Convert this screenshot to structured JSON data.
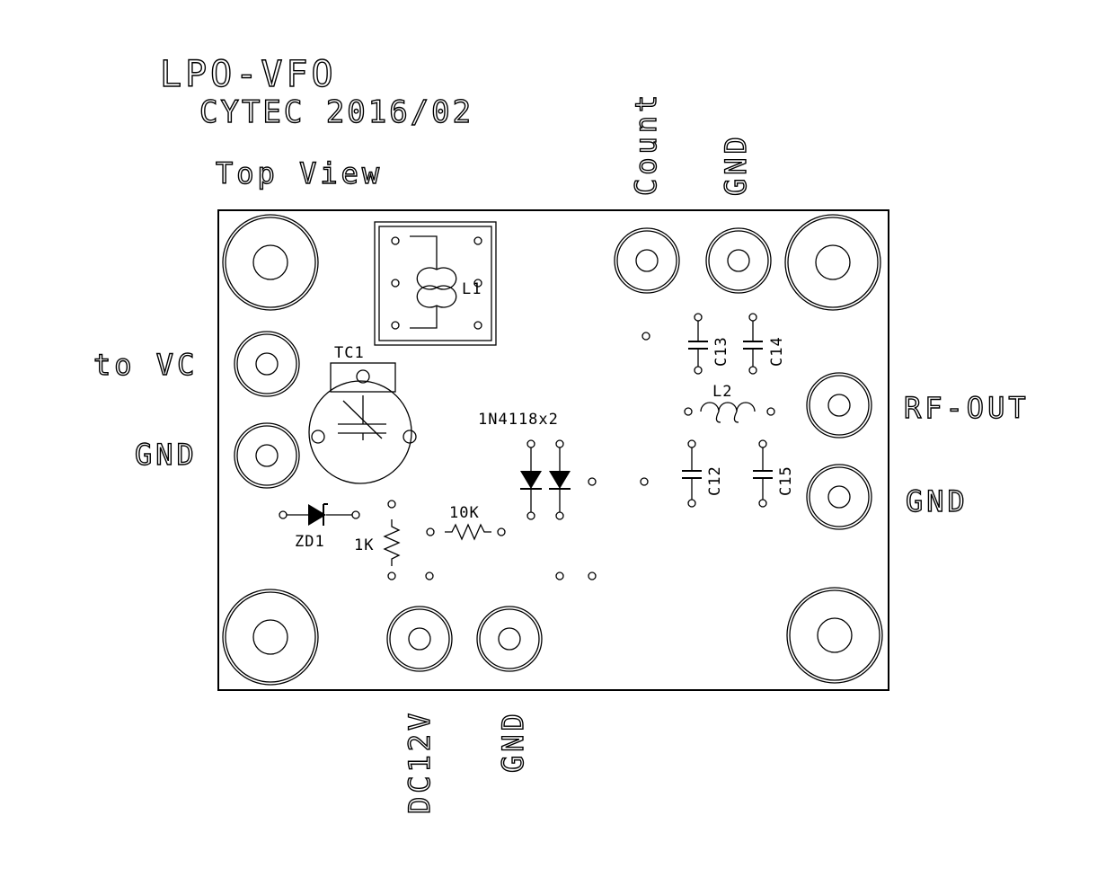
{
  "title": "LPO-VFO",
  "subtitle": "CYTEC 2016/02",
  "view_label": "Top View",
  "connectors": {
    "count": "Count",
    "gnd_top": "GND",
    "to_vc": "to VC",
    "gnd_left": "GND",
    "rf_out": "RF-OUT",
    "gnd_right": "GND",
    "dc12v": "DC12V",
    "gnd_bottom": "GND"
  },
  "components": {
    "l1": "L1",
    "tc1": "TC1",
    "diodes": "1N4118x2",
    "c13": "C13",
    "c14": "C14",
    "l2": "L2",
    "c12": "C12",
    "c15": "C15",
    "zd1": "ZD1",
    "r_1k": "1K",
    "r_10k": "10K"
  }
}
